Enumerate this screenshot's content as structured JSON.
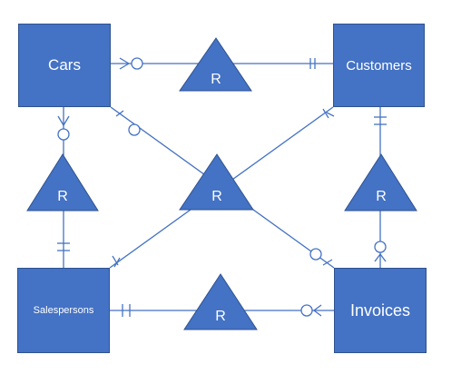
{
  "entities": {
    "cars": "Cars",
    "customers": "Customers",
    "salespersons": "Salespersons",
    "invoices": "Invoices"
  },
  "relationships": {
    "top": "R",
    "center": "R",
    "left": "R",
    "right": "R",
    "bottom": "R"
  },
  "colors": {
    "fill": "#4472c4",
    "border": "#2f528f",
    "text": "#ffffff"
  }
}
